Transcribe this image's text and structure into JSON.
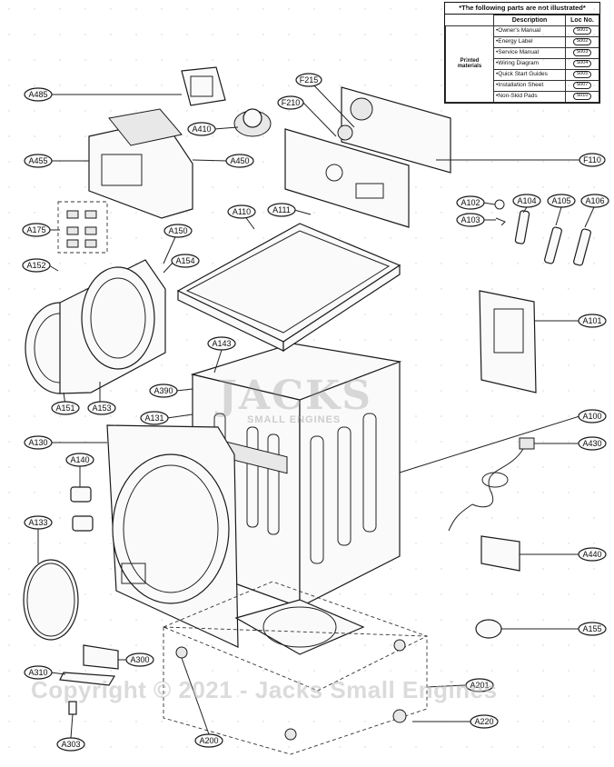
{
  "table": {
    "title": "*The following parts are not illustrated*",
    "headers": [
      "Description",
      "Loc No."
    ],
    "category": "Printed materials",
    "rows": [
      {
        "description": "•Owner's Manual",
        "loc": "S001"
      },
      {
        "description": "•Energy Label",
        "loc": "S002"
      },
      {
        "description": "•Service Manual",
        "loc": "S003"
      },
      {
        "description": "•Wiring Diagram",
        "loc": "S004"
      },
      {
        "description": "•Quick Start Guides",
        "loc": "S005"
      },
      {
        "description": "•Installation Sheet",
        "loc": "S007"
      },
      {
        "description": "•Non-Skid Pads",
        "loc": "S010"
      }
    ]
  },
  "callouts": {
    "A485": "A485",
    "A410": "A410",
    "A455": "A455",
    "A450": "A450",
    "F215": "F215",
    "F210": "F210",
    "F110": "F110",
    "A175": "A175",
    "A150": "A150",
    "A152": "A152",
    "A154": "A154",
    "A110": "A110",
    "A111": "A111",
    "A102": "A102",
    "A103": "A103",
    "A104": "A104",
    "A105": "A105",
    "A106": "A106",
    "A101": "A101",
    "A143": "A143",
    "A390": "A390",
    "A131": "A131",
    "A151": "A151",
    "A153": "A153",
    "A130": "A130",
    "A100": "A100",
    "A430": "A430",
    "A140": "A140",
    "A133": "A133",
    "A440": "A440",
    "A155": "A155",
    "A310": "A310",
    "A300": "A300",
    "A200": "A200",
    "A201": "A201",
    "A220": "A220",
    "A303": "A303"
  },
  "watermark": {
    "logo": "JACKS",
    "subtitle": "SMALL ENGINES",
    "copyright": "Copyright © 2021 - Jacks Small Engines"
  }
}
